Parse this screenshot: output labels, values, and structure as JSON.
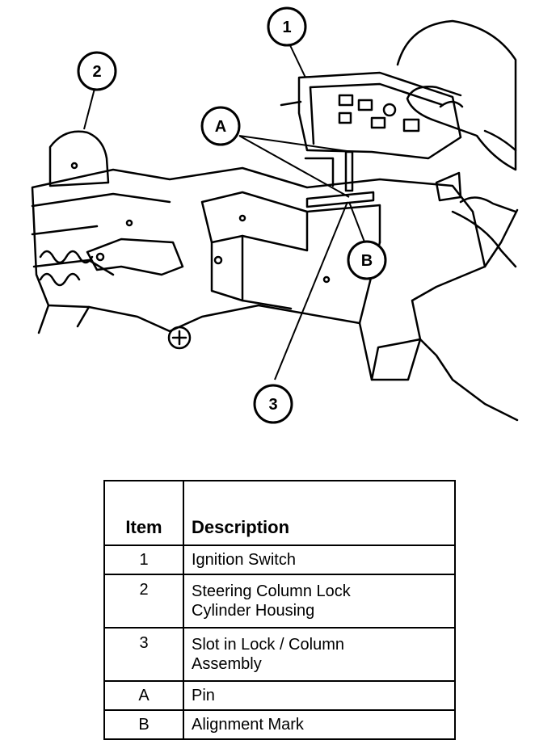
{
  "callouts": {
    "c1": "1",
    "c2": "2",
    "c3": "3",
    "cA": "A",
    "cB": "B"
  },
  "legend": {
    "header_item": "Item",
    "header_description": "Description",
    "rows": [
      {
        "item": "1",
        "description": "Ignition Switch"
      },
      {
        "item": "2",
        "description": "Steering Column Lock Cylinder Housing"
      },
      {
        "item": "3",
        "description": "Slot in Lock / Column Assembly"
      },
      {
        "item": "A",
        "description": "Pin"
      },
      {
        "item": "B",
        "description": "Alignment Mark"
      }
    ]
  }
}
